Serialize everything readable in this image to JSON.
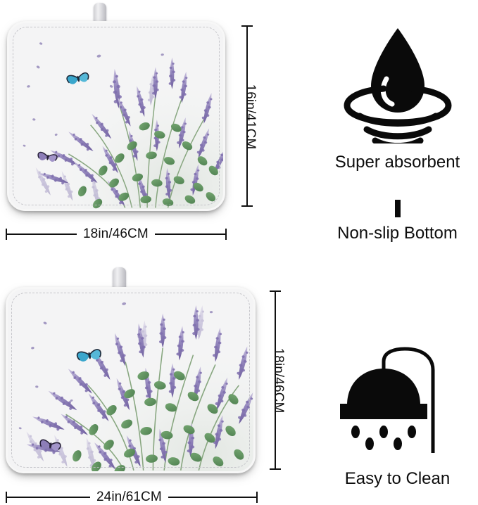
{
  "product": {
    "type": "dish-drying-mat-infographic",
    "artwork_theme": "lavender flowers with butterflies",
    "palette": {
      "lavender_dark": "#7a6ba8",
      "lavender_mid": "#9a8cc0",
      "lavender_light": "#c3b9da",
      "leaf_green": "#5f9361",
      "leaf_light": "#8fb98c",
      "stem_green": "#6f9a6b",
      "butterfly_blue": "#3fa8c8",
      "butterfly_purple": "#8a7ab4",
      "mat_base": "#f1f1f3",
      "mat_edge": "#f8f8f8",
      "ink": "#111111"
    }
  },
  "mats": [
    {
      "id": "small-mat",
      "width_label": "18in/46CM",
      "height_label": "16in/41CM",
      "hanging_loop": true
    },
    {
      "id": "large-mat",
      "width_label": "24in/61CM",
      "height_label": "18in/46CM",
      "hanging_loop": true
    }
  ],
  "features": [
    {
      "id": "super-absorbent",
      "caption": "Super absorbent",
      "icon": "water-drop-ripple-icon"
    },
    {
      "id": "non-slip-bottom",
      "caption": "Non-slip Bottom",
      "icon": "grip-texture-icon"
    },
    {
      "id": "easy-to-clean",
      "caption": "Easy to Clean",
      "icon": "shower-head-icon"
    }
  ]
}
